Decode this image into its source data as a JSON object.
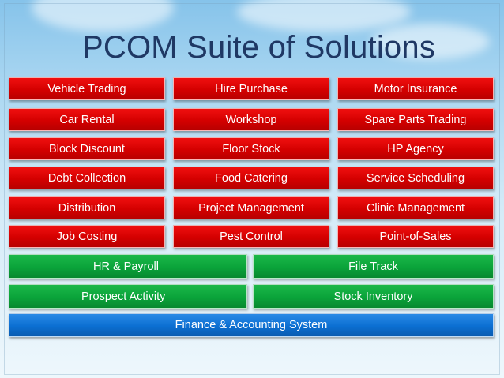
{
  "slide": {
    "title": "PCOM Suite of Solutions"
  },
  "modules": {
    "red": [
      [
        "Vehicle Trading",
        "Hire Purchase",
        "Motor Insurance"
      ],
      [
        "Car Rental",
        "Workshop",
        "Spare Parts Trading"
      ],
      [
        "Block Discount",
        "Floor Stock",
        "HP Agency"
      ],
      [
        "Debt Collection",
        "Food Catering",
        "Service Scheduling"
      ],
      [
        "Distribution",
        "Project Management",
        "Clinic Management"
      ],
      [
        "Job Costing",
        "Pest Control",
        "Point-of-Sales"
      ]
    ],
    "green": [
      [
        "HR & Payroll",
        "File Track"
      ],
      [
        "Prospect Activity",
        "Stock Inventory"
      ]
    ],
    "blue": "Finance & Accounting System"
  },
  "colors": {
    "title": "#1f3864",
    "red_box": "#e00000",
    "green_box": "#0aa33a",
    "blue_box": "#0b6fd2",
    "background": "#a9d6f1"
  }
}
